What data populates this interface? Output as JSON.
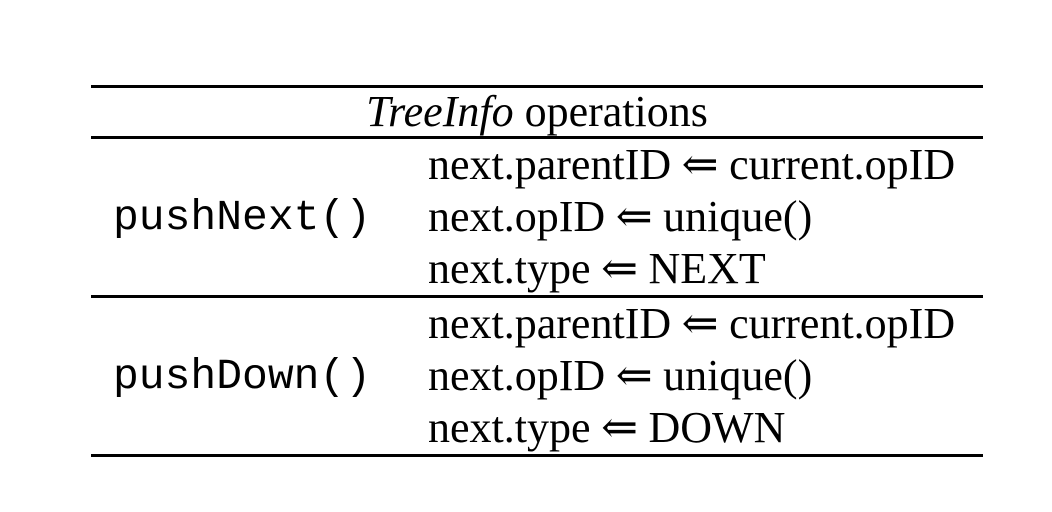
{
  "table": {
    "title": {
      "name_italic": "TreeInfo",
      "rest": "operations"
    },
    "arrow": "⇐",
    "rows": [
      {
        "op": "pushNext()",
        "assignments": [
          {
            "lhs": "next.parentID",
            "rhs": "current.opID"
          },
          {
            "lhs": "next.opID",
            "rhs": "unique()"
          },
          {
            "lhs": "next.type",
            "rhs": "NEXT"
          }
        ]
      },
      {
        "op": "pushDown()",
        "assignments": [
          {
            "lhs": "next.parentID",
            "rhs": "current.opID"
          },
          {
            "lhs": "next.opID",
            "rhs": "unique()"
          },
          {
            "lhs": "next.type",
            "rhs": "DOWN"
          }
        ]
      }
    ],
    "colors": {
      "text": "#000000",
      "rule": "#000000",
      "background": "#ffffff"
    }
  }
}
